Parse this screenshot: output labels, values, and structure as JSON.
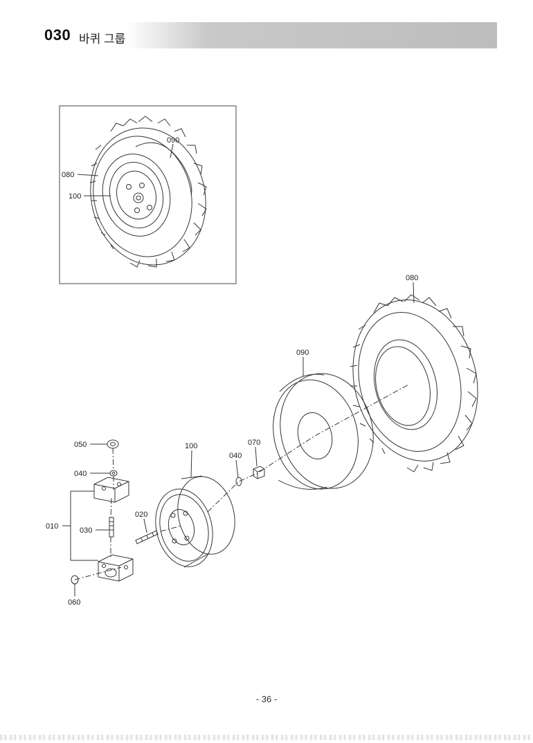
{
  "header": {
    "section_no": "030",
    "title": "바퀴 그룹"
  },
  "inset": {
    "labels": {
      "tube": "090",
      "tire": "080",
      "rim": "100"
    }
  },
  "exploded": {
    "labels": {
      "tire": "080",
      "tube": "090",
      "rim": "100",
      "hub_group": "010",
      "stud": "020",
      "bolt": "030",
      "washer_040_upper": "040",
      "nut_050": "050",
      "washer_040_lower": "040",
      "nut_070": "070",
      "nut_060": "060"
    }
  },
  "footer": {
    "page_number": "- 36 -"
  }
}
